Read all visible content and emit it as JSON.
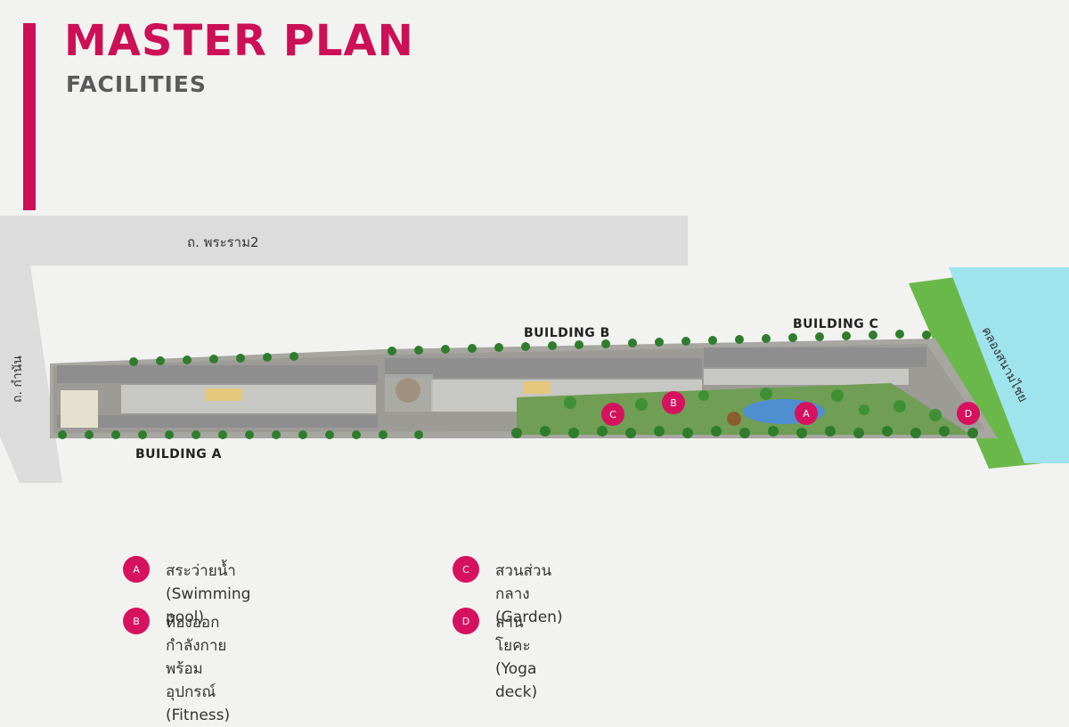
{
  "header": {
    "title": "MASTER PLAN",
    "subtitle": "FACILITIES"
  },
  "colors": {
    "accent": "#cc0f56",
    "marker": "#d6125f",
    "road": "#dcdcdc",
    "canal": "#9fe3ec",
    "lawn": "#5aa332",
    "building": "#8e8e8e"
  },
  "map": {
    "road_main_label": "ถ. พระราม2",
    "road_side_label": "ถ. กำนัน",
    "canal_label": "คลองสนามไชย",
    "buildings": [
      "BUILDING A",
      "BUILDING B",
      "BUILDING C"
    ],
    "markers": [
      "C",
      "B",
      "A",
      "D"
    ]
  },
  "legend": [
    {
      "key": "A",
      "line1": "สระว่ายน้ำ (Swimming pool)",
      "line2": ""
    },
    {
      "key": "B",
      "line1": "ห้องออกกำลังกายพร้อมอุปกรณ์",
      "line2": "(Fitness)"
    },
    {
      "key": "C",
      "line1": "สวนส่วนกลาง (Garden)",
      "line2": ""
    },
    {
      "key": "D",
      "line1": "ลานโยคะ (Yoga deck)",
      "line2": ""
    }
  ]
}
